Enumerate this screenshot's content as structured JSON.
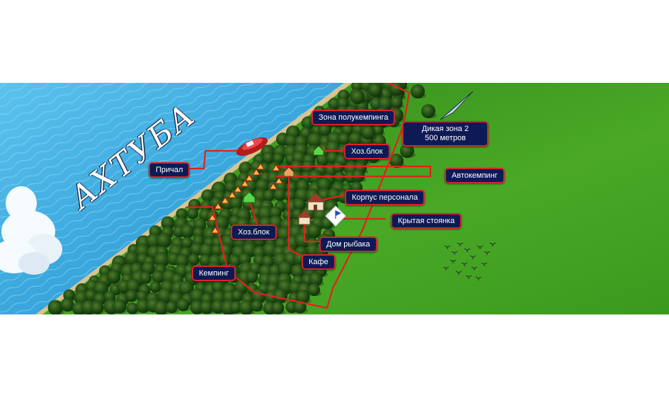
{
  "map": {
    "river_name": "АХТУБА",
    "labels": {
      "semi_camping": "Зона полукемпинга",
      "wild_zone_line1": "Дикая зона 2",
      "wild_zone_line2": "500 метров",
      "utility_block_top": "Хоз.блок",
      "pier": "Причал",
      "autocamping": "Автокемпинг",
      "staff_building": "Корпус персонала",
      "covered_parking": "Крытая стоянка",
      "utility_block_bottom": "Хоз.блок",
      "fisherman_house": "Дом рыбака",
      "cafe": "Кафе",
      "camping": "Кемпинг"
    },
    "colors": {
      "water": "#3aa7dd",
      "grass": "#3f9e20",
      "sand": "#d7c48f",
      "path": "#e0221c",
      "label_bg": "#0e1a55",
      "label_border": "#d8232a"
    },
    "icons": {
      "north_arrow": "north-arrow-icon",
      "boat": "boat-icon",
      "cloud": "cloud-icon",
      "birds": "birds-icon"
    }
  }
}
